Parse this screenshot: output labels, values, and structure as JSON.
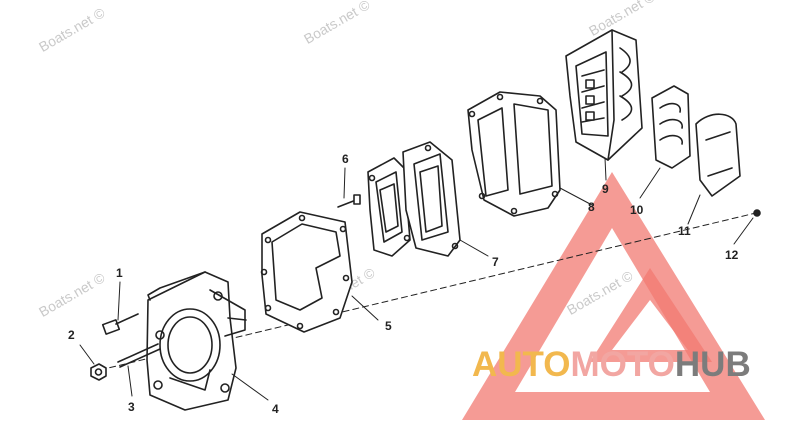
{
  "watermark": {
    "text": "Boats.net ©"
  },
  "callouts": [
    "1",
    "2",
    "3",
    "4",
    "5",
    "6",
    "7",
    "8",
    "9",
    "10",
    "11",
    "12"
  ],
  "brand": {
    "part1": "AUTO",
    "part2": "MOTO",
    "part3": "HUB",
    "colors": {
      "auto": "#f2b84e",
      "moto": "#f2a6a2",
      "hub": "#7c7c7c",
      "triangle": "#f27a72"
    }
  }
}
